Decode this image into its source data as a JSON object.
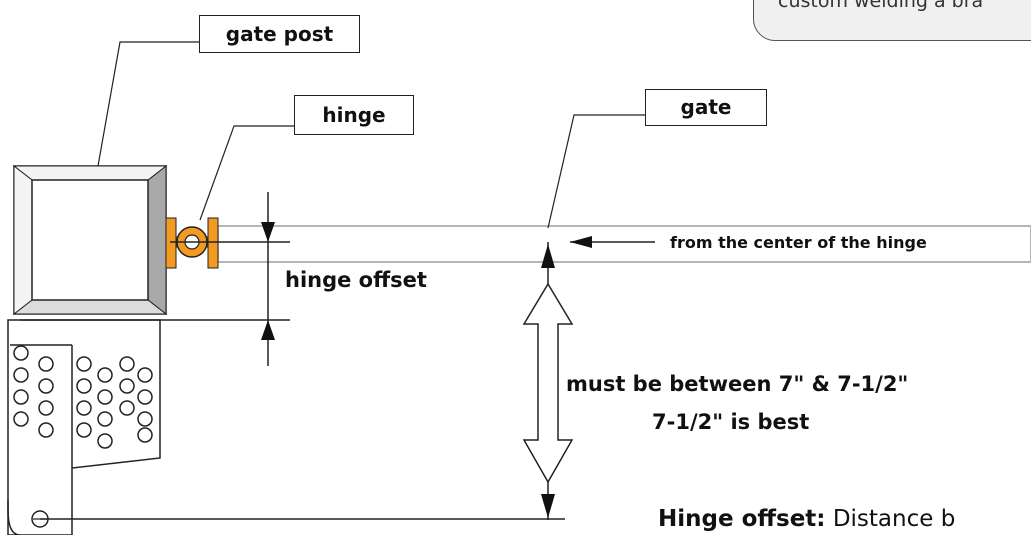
{
  "labels": {
    "gate_post": "gate post",
    "hinge": "hinge",
    "gate": "gate"
  },
  "tip_box": {
    "text": "custom welding a bra"
  },
  "annotations": {
    "from_center": "from the center of the hinge",
    "hinge_offset": "hinge offset",
    "range": "must be between 7\" & 7-1/2\"",
    "best": "7-1/2\" is best"
  },
  "definition": {
    "term": "Hinge offset:",
    "text": "Distance b"
  },
  "colors": {
    "hinge": "#f39a23",
    "post_bevel": "#a8a8a8",
    "line": "#222222",
    "gate_rail": "#9e9e9e"
  }
}
